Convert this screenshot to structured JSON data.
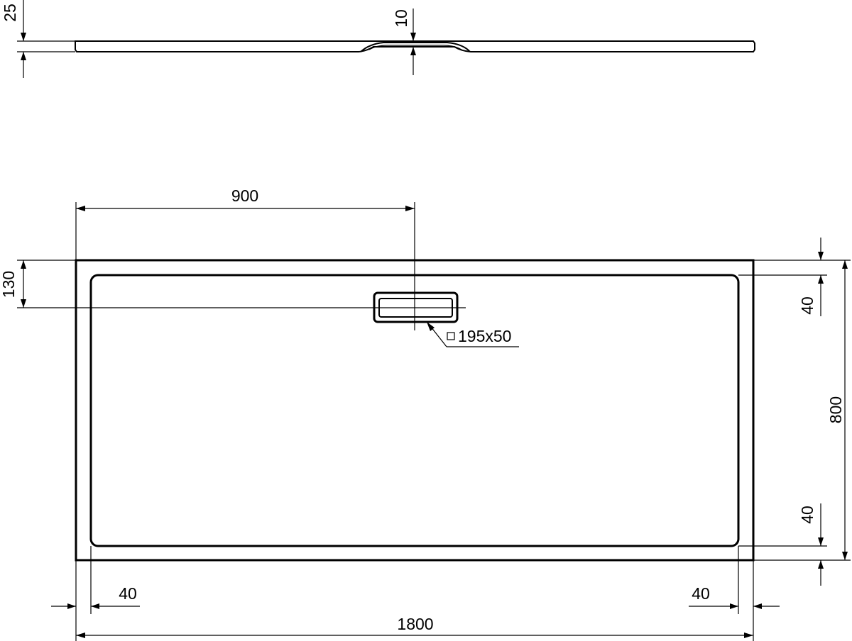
{
  "dimensions": {
    "side_thickness": "25",
    "side_drain_depth": "10",
    "drain_position": "900",
    "drain_offset": "130",
    "drain_size": "195x50",
    "border_top_right": "40",
    "width_total": "800",
    "border_bottom_right": "40",
    "border_left_bottom": "40",
    "border_right_bottom": "40",
    "length_total": "1800"
  }
}
